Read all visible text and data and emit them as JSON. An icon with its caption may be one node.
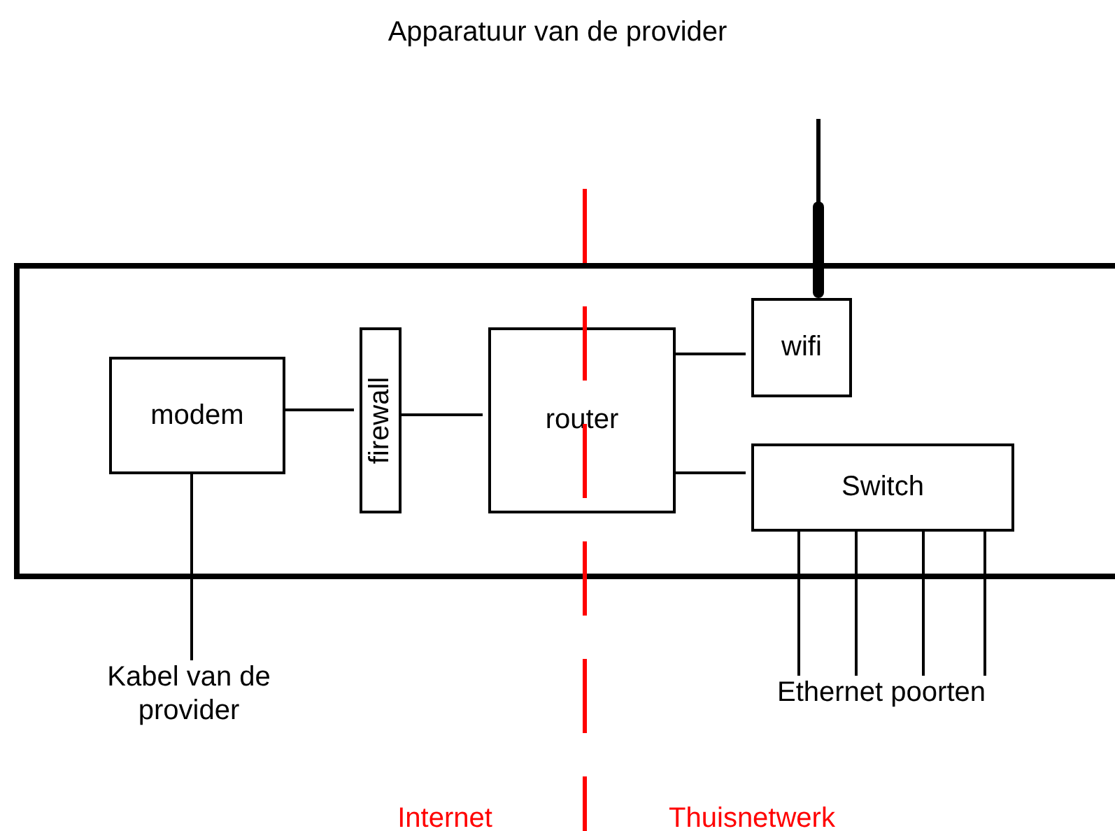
{
  "diagram": {
    "title": "Apparatuur van de provider",
    "nodes": [
      {
        "text": [],
        "shape": "box"
      },
      {
        "text": [
          "modem"
        ],
        "in": 0
      },
      {
        "text": [
          "firewall"
        ],
        "in": 0
      },
      {
        "text": [
          "router"
        ],
        "in": 0
      },
      {
        "text": [
          "wifi"
        ],
        "in": 0
      },
      {
        "text": [
          "Switch"
        ],
        "in": 0
      },
      {
        "text": [
          "Kabel van de provider"
        ]
      },
      {
        "text": [
          "Ethernet poorten"
        ]
      }
    ],
    "edges": [
      {
        "from": 1,
        "to": 2,
        "arrow": "none"
      },
      {
        "from": 2,
        "to": 3,
        "arrow": "none"
      },
      {
        "from": 3,
        "to": 4,
        "arrow": "none"
      },
      {
        "from": 3,
        "to": 5,
        "arrow": "none"
      },
      {
        "from": 1,
        "to": 6,
        "arrow": "none"
      },
      {
        "from": 5,
        "to": 7,
        "arrow": "none"
      },
      {
        "from": 5,
        "to": 7,
        "arrow": "none"
      },
      {
        "from": 5,
        "to": 7,
        "arrow": "none"
      },
      {
        "from": 5,
        "to": 7,
        "arrow": "none"
      }
    ],
    "labels": [
      "Internet",
      "Thuisnetwerk"
    ]
  }
}
